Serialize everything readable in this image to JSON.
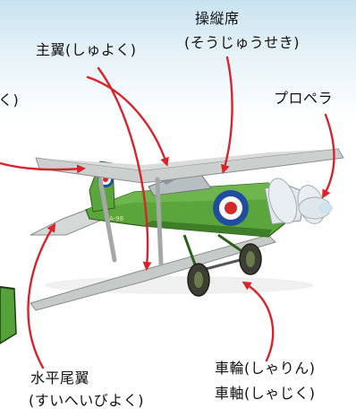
{
  "labels": {
    "cockpit": {
      "line1": "操縦席",
      "line2": "(そうじゅうせき)"
    },
    "main_wing": "主翼(しゅよく)",
    "left_cut": "く)",
    "propeller": "プロペラ",
    "horizontal_tail": {
      "line1": "水平尾翼",
      "line2": "(すいへいびよく)"
    },
    "wheels": "車輪(しゃりん)",
    "axle": "車軸(しゃじく)"
  },
  "colors": {
    "arrow": "#d8232a",
    "fuselage_green": "#5aa63c",
    "wing_gray": "#c8cbca",
    "sky_top": "#c9e3f1",
    "roundel_blue": "#1f4ea1",
    "roundel_red": "#d32a28"
  },
  "icons": {
    "airplane": "biplane-model-image"
  }
}
